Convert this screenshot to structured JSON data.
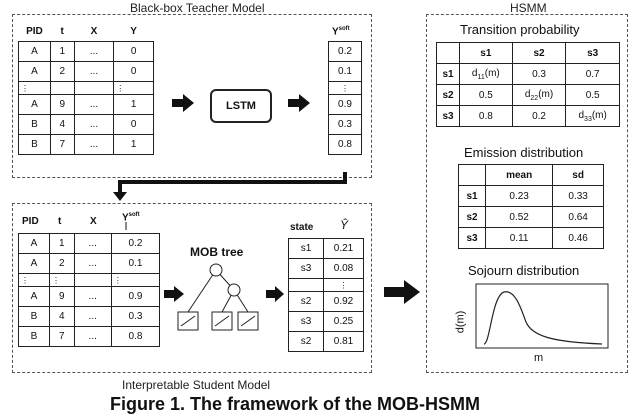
{
  "teacher": {
    "title": "Black-box Teacher Model",
    "headers": [
      "PID",
      "t",
      "X",
      "Y"
    ],
    "rows": [
      [
        "A",
        "1",
        "...",
        "0"
      ],
      [
        "A",
        "2",
        "...",
        "0"
      ],
      [
        "⋮",
        "",
        "",
        "⋮"
      ],
      [
        "A",
        "9",
        "...",
        "1"
      ],
      [
        "B",
        "4",
        "...",
        "0"
      ],
      [
        "B",
        "7",
        "...",
        "1"
      ]
    ],
    "lstm_label": "LSTM",
    "ysoft_header": "Y",
    "ysoft_sup": "soft",
    "ysoft_values": [
      "0.2",
      "0.1",
      "⋮",
      "0.9",
      "0.3",
      "0.8"
    ]
  },
  "student": {
    "title": "Interpretable Student Model",
    "headers": [
      "PID",
      "t",
      "X"
    ],
    "ysoft_header": "Y",
    "ysoft_sup": "soft",
    "rows": [
      [
        "A",
        "1",
        "...",
        "0.2"
      ],
      [
        "A",
        "2",
        "...",
        "0.1"
      ],
      [
        "⋮",
        "⋮",
        "",
        "⋮"
      ],
      [
        "A",
        "9",
        "...",
        "0.9"
      ],
      [
        "B",
        "4",
        "...",
        "0.3"
      ],
      [
        "B",
        "7",
        "...",
        "0.8"
      ]
    ],
    "mob_label": "MOB tree",
    "out_headers": [
      "state",
      "Ŷ"
    ],
    "out_rows": [
      [
        "s1",
        "0.21"
      ],
      [
        "s3",
        "0.08"
      ],
      [
        "",
        "⋮"
      ],
      [
        "s2",
        "0.92"
      ],
      [
        "s3",
        "0.25"
      ],
      [
        "s2",
        "0.81"
      ]
    ]
  },
  "hsmm": {
    "title": "HSMM",
    "transition_title": "Transition probability",
    "transition_headers": [
      "",
      "s1",
      "s2",
      "s3"
    ],
    "transition_rows": [
      [
        "s1",
        "d11(m)",
        "0.3",
        "0.7"
      ],
      [
        "s2",
        "0.5",
        "d22(m)",
        "0.5"
      ],
      [
        "s3",
        "0.8",
        "0.2",
        "d33(m)"
      ]
    ],
    "emission_title": "Emission distribution",
    "emission_headers": [
      "",
      "mean",
      "sd"
    ],
    "emission_rows": [
      [
        "s1",
        "0.23",
        "0.33"
      ],
      [
        "s2",
        "0.52",
        "0.64"
      ],
      [
        "s3",
        "0.11",
        "0.46"
      ]
    ],
    "sojourn_title": "Sojourn distribution",
    "sojourn_ylabel": "d(m)",
    "sojourn_xlabel": "m"
  },
  "caption": "Figure 1. The framework of the MOB-HSMM"
}
